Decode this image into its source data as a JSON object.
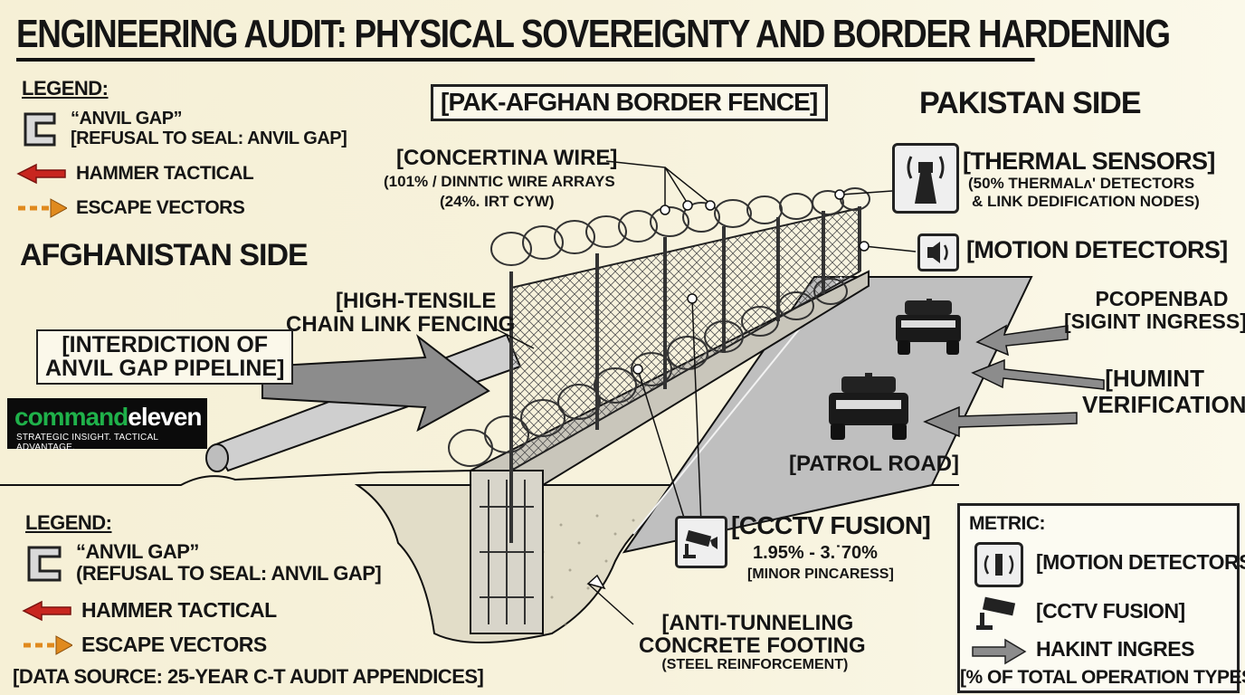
{
  "title": "ENGINEERING AUDIT: PHYSICAL SOVEREIGNTY AND BORDER HARDENING",
  "legend_top": {
    "heading": "LEGEND:",
    "items": [
      {
        "icon": "bracket-gap-icon",
        "text1": "“ANVIL GAP”",
        "text2": "[REFUSAL TO SEAL: ANVIL GAP]"
      },
      {
        "icon": "red-arrow-icon",
        "text1": "HAMMER TACTICAL"
      },
      {
        "icon": "dashed-orange-arrow-icon",
        "text1": "ESCAPE VECTORS"
      }
    ]
  },
  "legend_bottom": {
    "heading": "LEGEND:",
    "items": [
      {
        "icon": "bracket-gap-icon",
        "text1": "“ANVIL GAP”",
        "text2": "(REFUSAL TO SEAL: ANVIL GAP]"
      },
      {
        "icon": "red-arrow-icon",
        "text1": "HAMMER TACTICAL"
      },
      {
        "icon": "dashed-orange-arrow-icon",
        "text1": "ESCAPE VECTORS"
      }
    ]
  },
  "sides": {
    "afghanistan": "AFGHANISTAN SIDE",
    "pakistan": "PAKISTAN SIDE"
  },
  "labels": {
    "fence": "[PAK-AFGHAN BORDER FENCE]",
    "concertina_title": "[CONCERTINA WIRE]",
    "concertina_sub1": "(101% / DINNTIC WIRE ARRAYS",
    "concertina_sub2": "(24%. IRT CYW)",
    "chain_1": "[HIGH-TENSILE",
    "chain_2": "CHAIN LINK FENCING",
    "interdiction_1": "[INTERDICTION OF",
    "interdiction_2": "ANVIL GAP PIPELINE]",
    "thermal_title": "[THERMAL SENSORS]",
    "thermal_sub1": "(50% THERMALʌ' DETECTORS",
    "thermal_sub2": "& LINK DEDIFICATION NODES)",
    "motion": "[MOTION DETECTORS]",
    "pcopenbad_1": "PCOPENBAD",
    "pcopenbad_2": "[SIGINT INGRESS]",
    "humint_1": "[HUMINT",
    "humint_2": "VERIFICATION]",
    "patrol": "[PATROL ROAD]",
    "cctv_title": "[CCCTV FUSION]",
    "cctv_sub1": "1.95% - 3.˙70%",
    "cctv_sub2": "[MINOR PINCARESS]",
    "anti_1": "[ANTI-TUNNELING",
    "anti_2": "CONCRETE FOOTING",
    "anti_3": "(STEEL REINFORCEMENT)",
    "source": "[DATA SOURCE: 25-YEAR C-T AUDIT APPENDICES]"
  },
  "logo": {
    "word1": "command",
    "word2": "eleven",
    "tagline": "STRATEGIC INSIGHT. TACTICAL ADVANTAGE.",
    "color1": "#1fb14a"
  },
  "metric": {
    "heading": "METRIC:",
    "items": [
      {
        "icon": "motion-detector-icon",
        "label": "[MOTION DETECTORS]"
      },
      {
        "icon": "cctv-camera-icon",
        "label": "[CCTV FUSION]"
      },
      {
        "icon": "gray-arrow-icon",
        "label": "HAKINT INGRES"
      }
    ],
    "footer": "[% OF TOTAL OPERATION TYPES]"
  }
}
